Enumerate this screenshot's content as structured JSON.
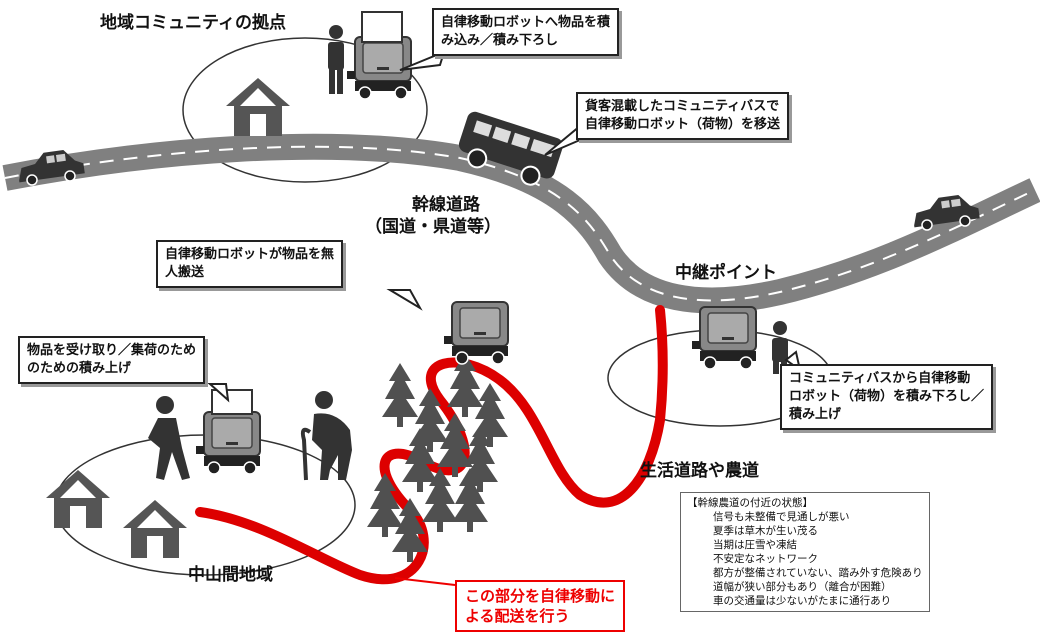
{
  "labels": {
    "community_hub": "地域コミュニティの拠点",
    "trunk_road_line1": "幹線道路",
    "trunk_road_line2": "（国道・県道等）",
    "relay_point": "中継ポイント",
    "local_road": "生活道路や農道",
    "mountain_area": "中山間地域"
  },
  "callouts": {
    "load_unload": [
      "自律移動ロボットへ物品を積",
      "み込み／積み下ろし"
    ],
    "bus": [
      "貨客混載したコミュニティバスで",
      "自律移動ロボット（荷物）を移送"
    ],
    "unmanned": [
      "自律移動ロボットが物品を無",
      "人搬送"
    ],
    "receive": [
      "物品を受け取り／集荷のため",
      "のための積み上げ"
    ],
    "relay": [
      "コミュニティバスから自律移動",
      "ロボット（荷物）を積み下ろし／",
      "積み上げ"
    ],
    "autonomous": [
      "この部分を自律移動に",
      "よる配送を行う"
    ]
  },
  "conditions": {
    "title": "【幹線農道の付近の状態】",
    "items": [
      "信号も未整備で見通しが悪い",
      "夏季は草木が生い茂る",
      "当期は圧雪や凍結",
      "不安定なネットワーク",
      "都方が整備されていない、踏み外す危険あり",
      "道幅が狭い部分もあり（離合が困難）",
      "車の交通量は少ないがたまに通行あり"
    ]
  },
  "colors": {
    "road": "#808080",
    "route": "#dd0000",
    "icon": "#555555"
  }
}
